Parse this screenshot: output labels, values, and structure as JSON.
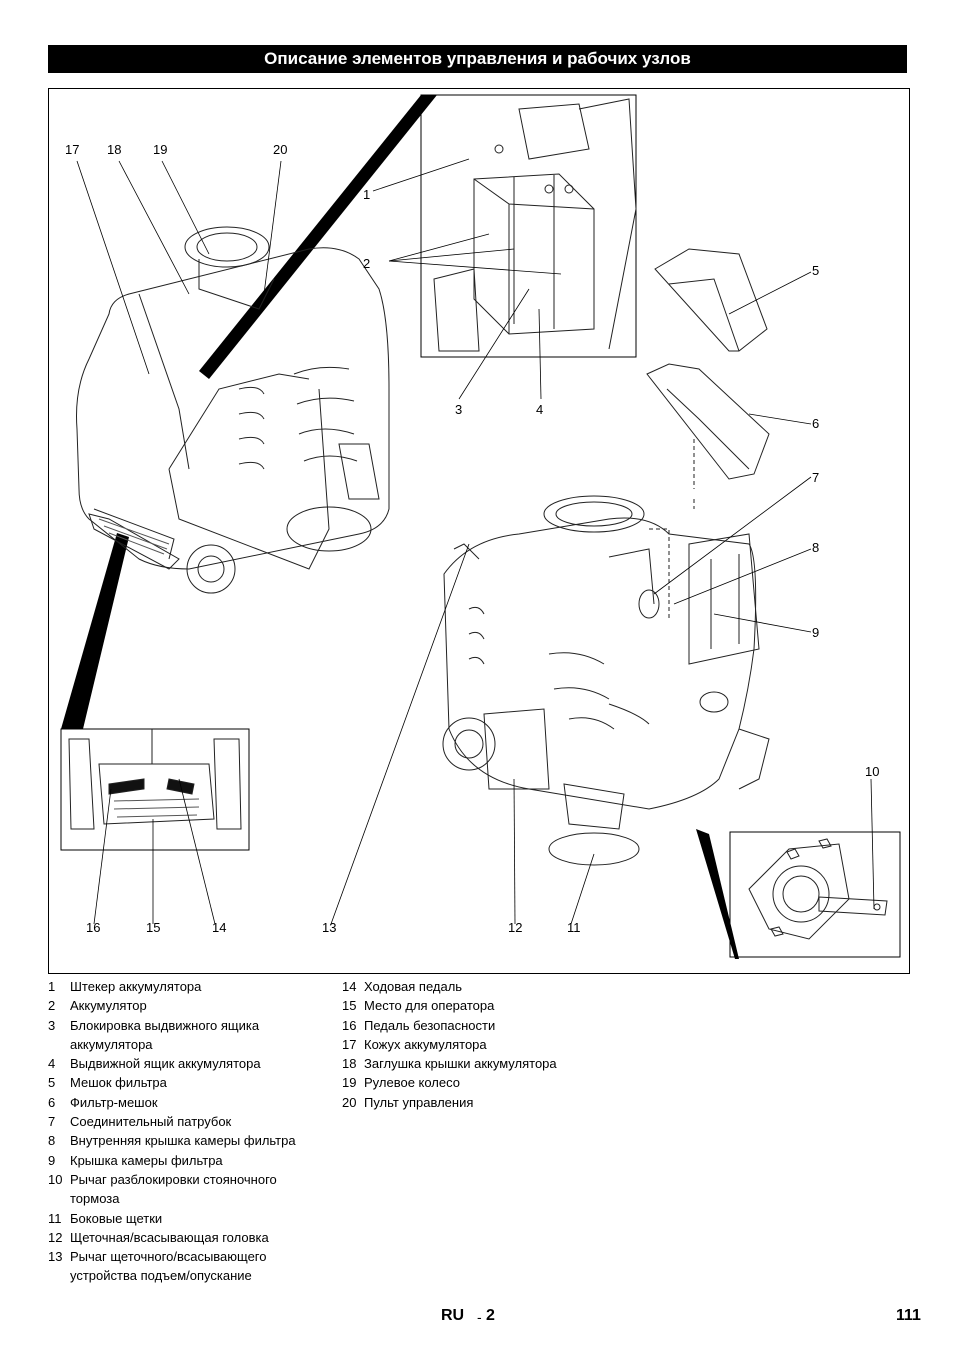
{
  "header": {
    "title": "Описание элементов управления и рабочих узлов"
  },
  "figure": {
    "callouts": [
      "1",
      "2",
      "3",
      "4",
      "5",
      "6",
      "7",
      "8",
      "9",
      "10",
      "11",
      "12",
      "13",
      "14",
      "15",
      "16",
      "17",
      "18",
      "19",
      "20"
    ]
  },
  "legend": {
    "left": [
      {
        "num": "1",
        "text": "Штекер аккумулятора"
      },
      {
        "num": "2",
        "text": "Аккумулятор"
      },
      {
        "num": "3",
        "text": "Блокировка выдвижного ящика аккумулятора"
      },
      {
        "num": "4",
        "text": "Выдвижной ящик аккумулятора"
      },
      {
        "num": "5",
        "text": "Мешок фильтра"
      },
      {
        "num": "6",
        "text": "Фильтр-мешок"
      },
      {
        "num": "7",
        "text": "Соединительный патрубок"
      },
      {
        "num": "8",
        "text": "Внутренняя крышка камеры фильтра"
      },
      {
        "num": "9",
        "text": "Крышка камеры фильтра"
      },
      {
        "num": "10",
        "text": "Рычаг разблокировки стояночного тормоза"
      },
      {
        "num": "11",
        "text": "Боковые щетки"
      },
      {
        "num": "12",
        "text": "Щеточная/всасывающая головка"
      },
      {
        "num": "13",
        "text": "Рычаг щеточного/всасывающего устройства подъем/опускание"
      }
    ],
    "right": [
      {
        "num": "14",
        "text": "Ходовая педаль"
      },
      {
        "num": "15",
        "text": "Место для оператора"
      },
      {
        "num": "16",
        "text": "Педаль безопасности"
      },
      {
        "num": "17",
        "text": "Кожух аккумулятора"
      },
      {
        "num": "18",
        "text": "Заглушка крышки аккумулятора"
      },
      {
        "num": "19",
        "text": "Рулевое колесо"
      },
      {
        "num": "20",
        "text": "Пульт управления"
      }
    ]
  },
  "footer": {
    "lang": "RU",
    "separator": "-",
    "section": "2",
    "page": "111"
  }
}
